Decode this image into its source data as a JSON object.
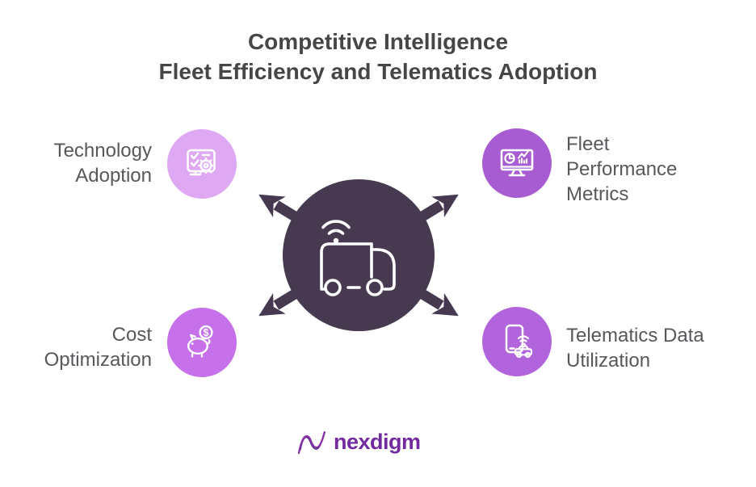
{
  "title": {
    "line1": "Competitive Intelligence",
    "line2": "Fleet Efficiency and Telematics Adoption"
  },
  "center": {
    "icon": "connected-truck-icon",
    "circle_color": "#473a50"
  },
  "arrows": {
    "color": "#473a50",
    "directions": [
      "top-left",
      "top-right",
      "bottom-left",
      "bottom-right"
    ]
  },
  "items": [
    {
      "id": "technology-adoption",
      "label": "Technology Adoption",
      "label_lines": [
        "Technology",
        "Adoption"
      ],
      "icon": "checklist-gear-icon",
      "circle_color": "#dfa8f2",
      "position": "top-left"
    },
    {
      "id": "fleet-performance-metrics",
      "label": "Fleet Performance Metrics",
      "label_lines": [
        "Fleet",
        "Performance",
        "Metrics"
      ],
      "icon": "monitor-analytics-icon",
      "circle_color": "#a75cd1",
      "position": "top-right"
    },
    {
      "id": "cost-optimization",
      "label": "Cost Optimization",
      "label_lines": [
        "Cost",
        "Optimization"
      ],
      "icon": "piggy-bank-icon",
      "circle_color": "#c671ea",
      "position": "bottom-left"
    },
    {
      "id": "telematics-data-utilization",
      "label": "Telematics Data Utilization",
      "label_lines": [
        "Telematics Data",
        "Utilization"
      ],
      "icon": "smartphone-car-icon",
      "circle_color": "#b164dc",
      "position": "bottom-right"
    }
  ],
  "icon_glyphs": {
    "currency_symbol": "$"
  },
  "footer": {
    "brand": "nexdigm",
    "logo_icon": "nexdigm-wave-icon"
  },
  "text_colors": {
    "title": "#464646",
    "labels": "#57585c",
    "brand": "#722b9e"
  }
}
